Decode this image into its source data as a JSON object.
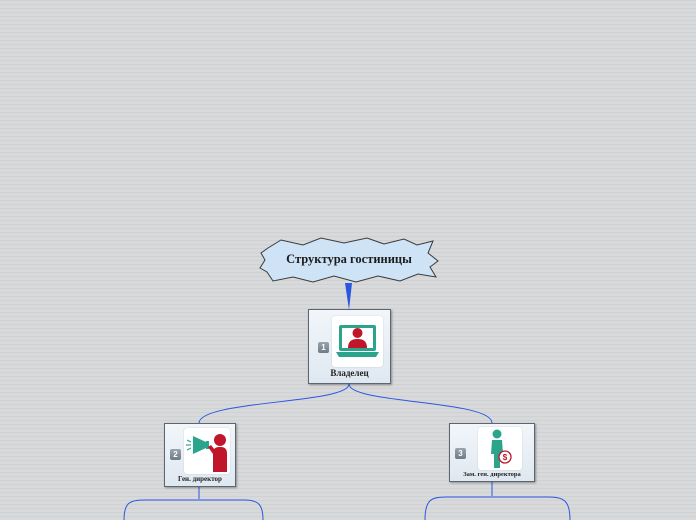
{
  "diagram": {
    "title": "Структура гостиницы",
    "nodes": [
      {
        "number": "1",
        "label": "Владелец",
        "icon": "presenter-laptop-icon"
      },
      {
        "number": "2",
        "label": "Ген. директор",
        "icon": "megaphone-person-icon"
      },
      {
        "number": "3",
        "label": "Зам. ген. директора",
        "icon": "person-money-icon"
      }
    ]
  },
  "colors": {
    "connector": "#2a57e0",
    "title_fill": "#cfe3f7",
    "icon_red": "#c0162c",
    "icon_teal": "#2aa58c"
  }
}
